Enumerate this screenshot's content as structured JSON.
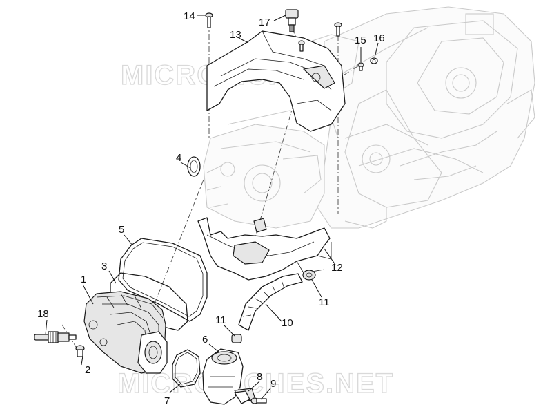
{
  "watermark": {
    "top": "MICROFICHES.NET",
    "bottom": "MICROFICHES.NET"
  },
  "callouts": [
    {
      "id": "c1",
      "label": "1"
    },
    {
      "id": "c2",
      "label": "2"
    },
    {
      "id": "c3",
      "label": "3"
    },
    {
      "id": "c4",
      "label": "4"
    },
    {
      "id": "c5",
      "label": "5"
    },
    {
      "id": "c6",
      "label": "6"
    },
    {
      "id": "c7",
      "label": "7"
    },
    {
      "id": "c8",
      "label": "8"
    },
    {
      "id": "c9",
      "label": "9"
    },
    {
      "id": "c10",
      "label": "10"
    },
    {
      "id": "c11a",
      "label": "11"
    },
    {
      "id": "c11b",
      "label": "11"
    },
    {
      "id": "c12",
      "label": "12"
    },
    {
      "id": "c13",
      "label": "13"
    },
    {
      "id": "c14",
      "label": "14"
    },
    {
      "id": "c15",
      "label": "15"
    },
    {
      "id": "c16",
      "label": "16"
    },
    {
      "id": "c17",
      "label": "17"
    },
    {
      "id": "c18",
      "label": "18"
    }
  ]
}
